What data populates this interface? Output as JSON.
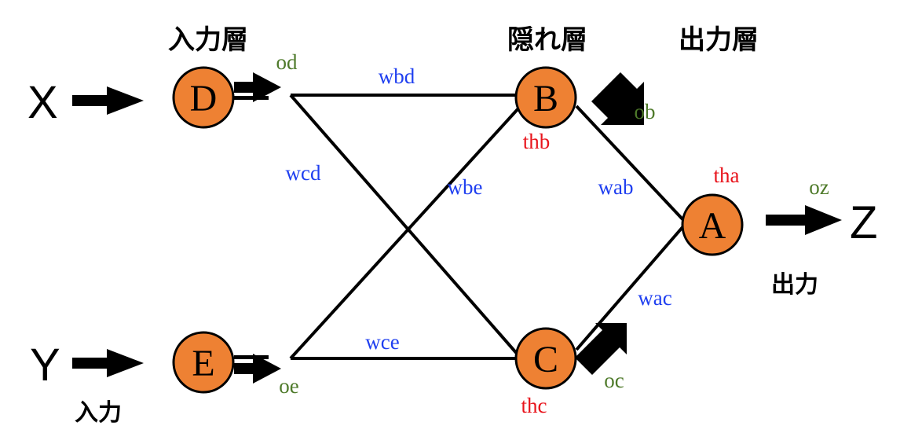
{
  "colors": {
    "node_fill": "#EE8133",
    "weight": "#1F3FF0",
    "output": "#4E7A2A",
    "threshold": "#E8141C"
  },
  "layers": {
    "input": "入力層",
    "hidden": "隠れ層",
    "output": "出力層"
  },
  "io": {
    "x": "X",
    "y": "Y",
    "z": "Z",
    "input_caption": "入力",
    "output_caption": "出力"
  },
  "nodes": {
    "d": "D",
    "e": "E",
    "b": "B",
    "c": "C",
    "a": "A"
  },
  "weights": {
    "wbd": "wbd",
    "wcd": "wcd",
    "wbe": "wbe",
    "wce": "wce",
    "wab": "wab",
    "wac": "wac"
  },
  "outputs": {
    "od": "od",
    "oe": "oe",
    "ob": "ob",
    "oc": "oc",
    "oz": "oz"
  },
  "thresholds": {
    "thb": "thb",
    "thc": "thc",
    "tha": "tha"
  }
}
